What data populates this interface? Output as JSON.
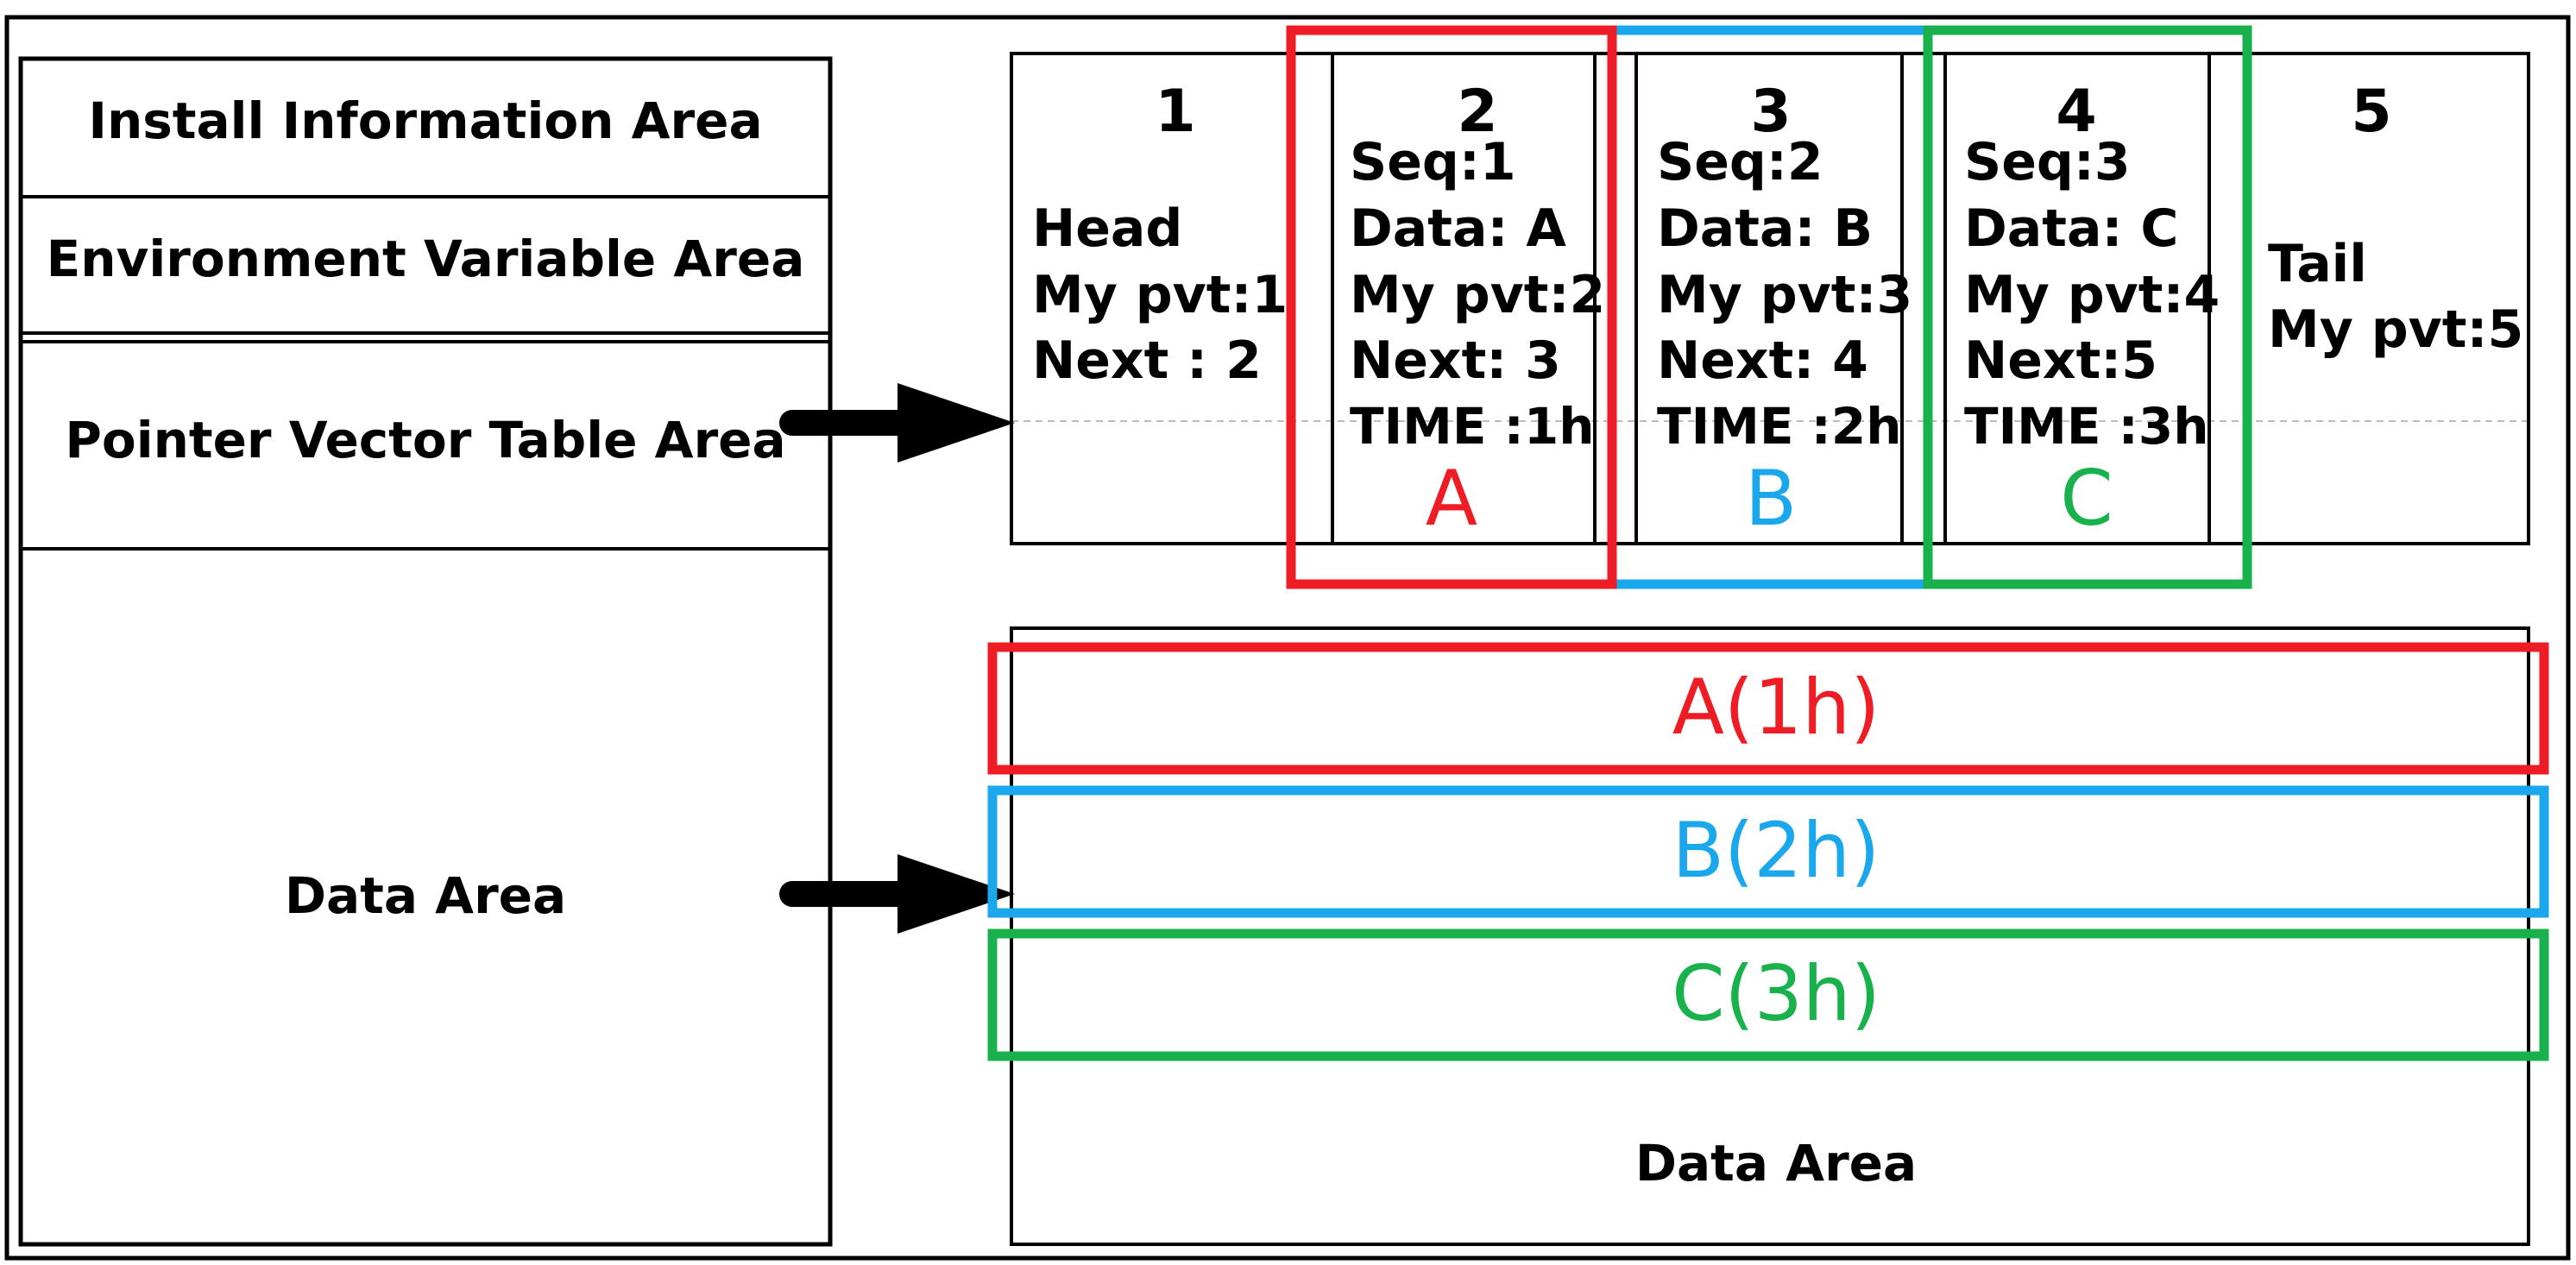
{
  "left_panel": {
    "install_info": "Install Information Area",
    "env_var": "Environment Variable Area",
    "pvt": "Pointer Vector Table Area",
    "data": "Data Area"
  },
  "pvt_slots": [
    {
      "number": "1",
      "lines": [
        "Head",
        "My pvt:1",
        "Next : 2"
      ]
    },
    {
      "number": "2",
      "lines": [
        "Seq:1",
        "Data: A",
        "My pvt:2",
        "Next: 3",
        "TIME :1h"
      ],
      "tag": "A"
    },
    {
      "number": "3",
      "lines": [
        "Seq:2",
        "Data: B",
        "My pvt:3",
        "Next: 4",
        "TIME :2h"
      ],
      "tag": "B"
    },
    {
      "number": "4",
      "lines": [
        "Seq:3",
        "Data: C",
        "My pvt:4",
        "Next:5",
        "TIME :3h"
      ],
      "tag": "C"
    },
    {
      "number": "5",
      "lines": [
        "Tail",
        "My pvt:5"
      ]
    }
  ],
  "data_blocks": [
    "A(1h)",
    "B(2h)",
    "C(3h)"
  ],
  "data_area_label": "Data Area",
  "colors": {
    "red": "#ee1c24",
    "blue": "#1aa7ec",
    "green": "#18b14b",
    "black": "#000000"
  }
}
